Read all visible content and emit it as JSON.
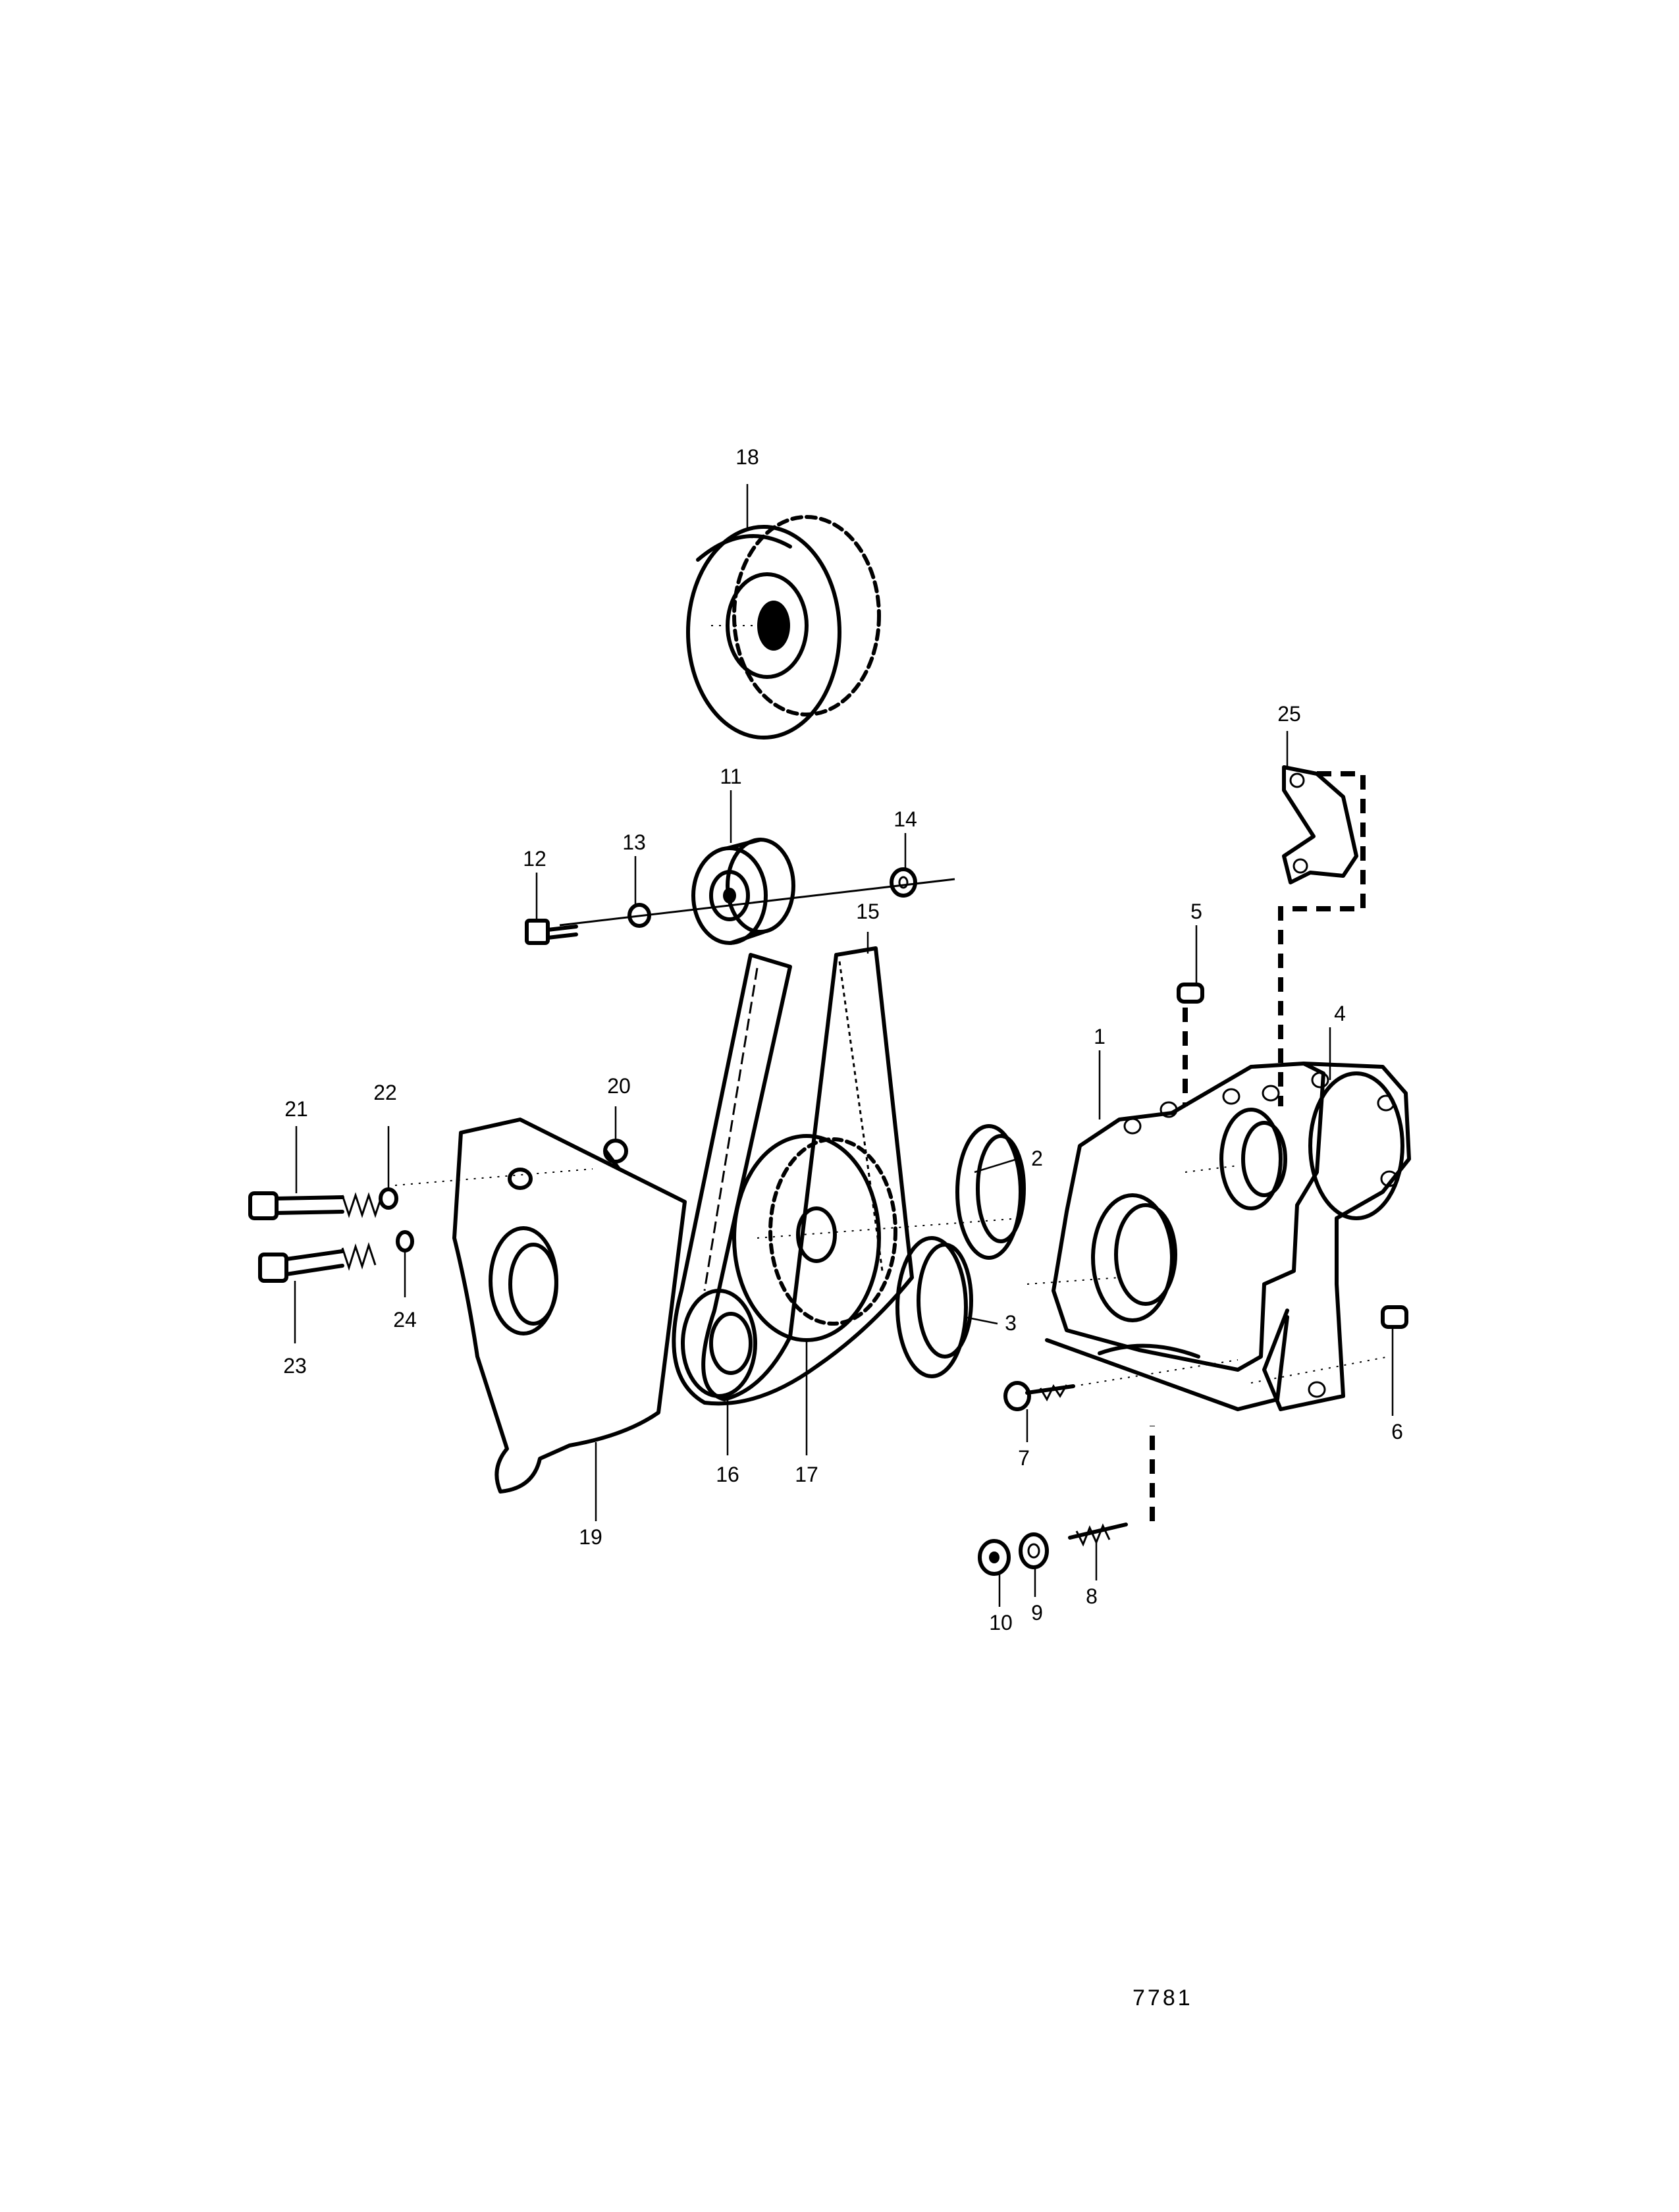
{
  "callouts": {
    "c1": "1",
    "c2": "2",
    "c3": "3",
    "c4": "4",
    "c5": "5",
    "c6": "6",
    "c7": "7",
    "c8": "8",
    "c9": "9",
    "c10": "10",
    "c11": "11",
    "c12": "12",
    "c13": "13",
    "c14": "14",
    "c15": "15",
    "c16": "16",
    "c17": "17",
    "c18": "18",
    "c19": "19",
    "c20": "20",
    "c21": "21",
    "c22": "22",
    "c23": "23",
    "c24": "24",
    "c25": "25"
  },
  "figure_number": "7781"
}
